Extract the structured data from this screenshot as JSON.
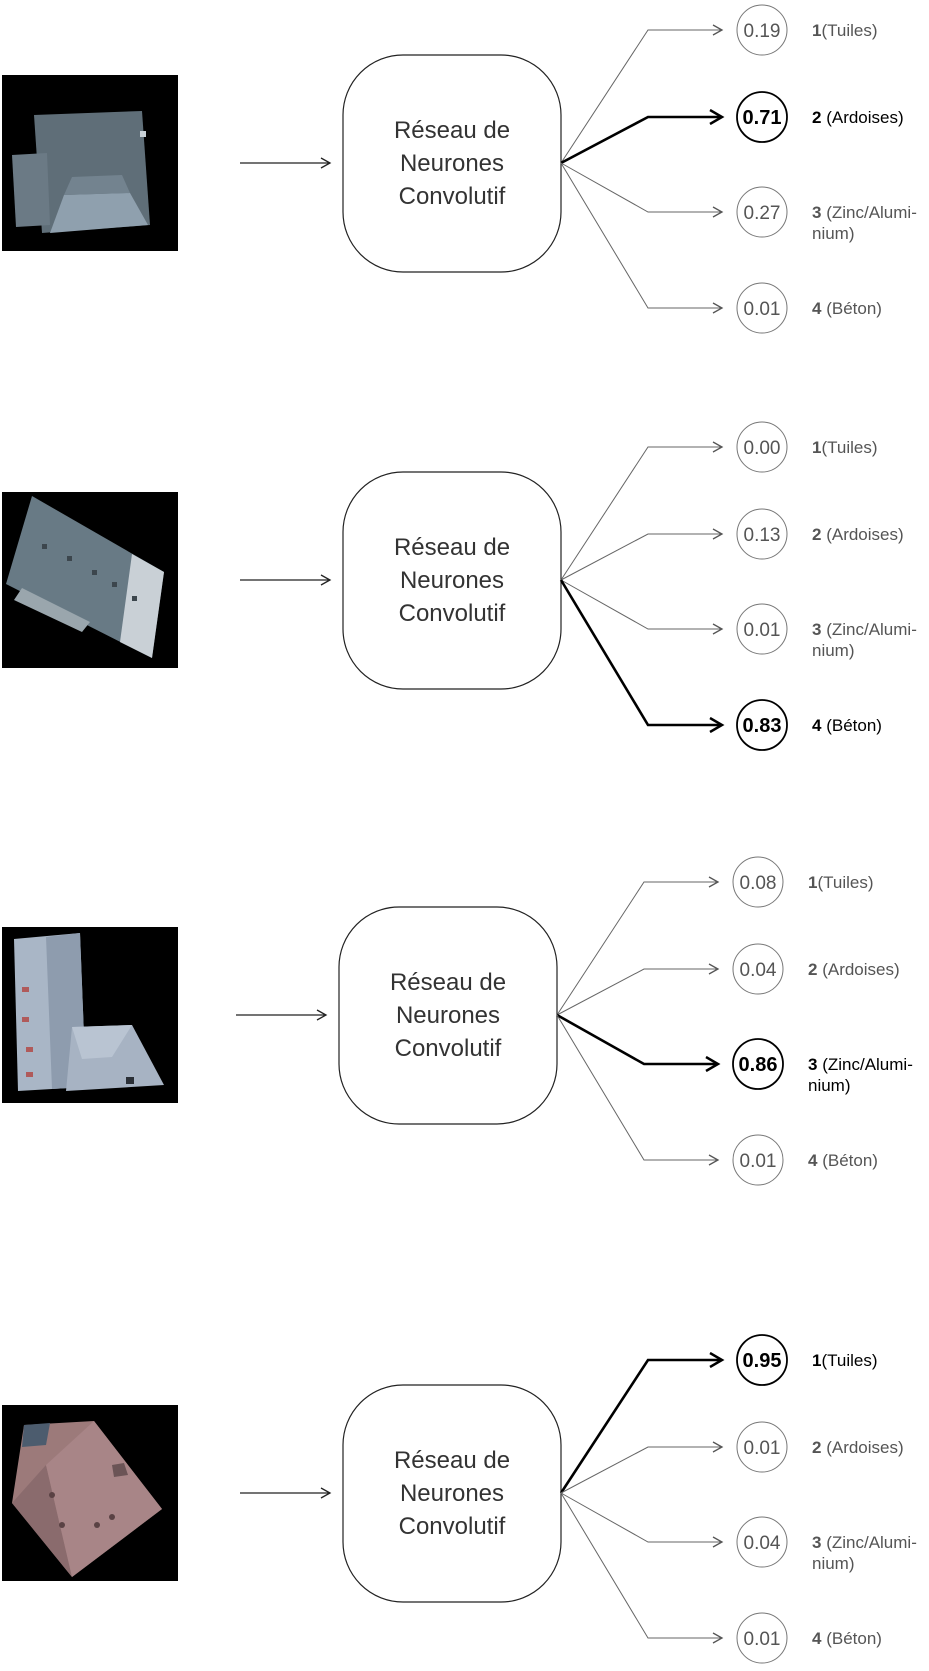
{
  "network_label": [
    "Réseau de",
    "Neurones",
    "Convolutif"
  ],
  "classes": [
    {
      "num": "1",
      "name": "(Tuiles)",
      "lines": [
        "(Tuiles)"
      ]
    },
    {
      "num": "2",
      "name": "(Ardoises)",
      "lines": [
        "(Ardoises)"
      ]
    },
    {
      "num": "3",
      "name": "(Zinc/Aluminium)",
      "lines": [
        "(Zinc/Alumi-",
        "nium)"
      ]
    },
    {
      "num": "4",
      "name": "(Béton)",
      "lines": [
        "(Béton)"
      ]
    }
  ],
  "examples": [
    {
      "image": "roof-slate-gray",
      "probs": [
        "0.19",
        "0.71",
        "0.27",
        "0.01"
      ],
      "predicted": 1
    },
    {
      "image": "roof-concrete-flat",
      "probs": [
        "0.00",
        "0.13",
        "0.01",
        "0.83"
      ],
      "predicted": 3
    },
    {
      "image": "roof-zinc-aluminium",
      "probs": [
        "0.08",
        "0.04",
        "0.86",
        "0.01"
      ],
      "predicted": 2
    },
    {
      "image": "roof-tiles-red",
      "probs": [
        "0.95",
        "0.01",
        "0.04",
        "0.01"
      ],
      "predicted": 0
    }
  ],
  "colors": {
    "winner": "#000000",
    "normal": "#666666",
    "image_bg": "#000000"
  }
}
